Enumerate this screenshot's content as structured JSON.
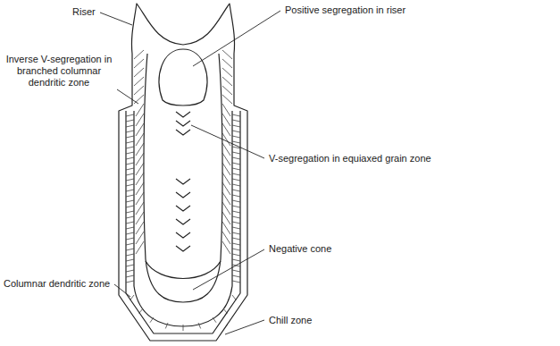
{
  "diagram": {
    "labels": [
      "Riser",
      "Positive segregation in riser",
      "Inverse V-segregation in branched columnar dendritic zone",
      "V-segregation in equiaxed grain zone",
      "Negative cone",
      "Columnar dendritic zone",
      "Chill zone"
    ]
  }
}
